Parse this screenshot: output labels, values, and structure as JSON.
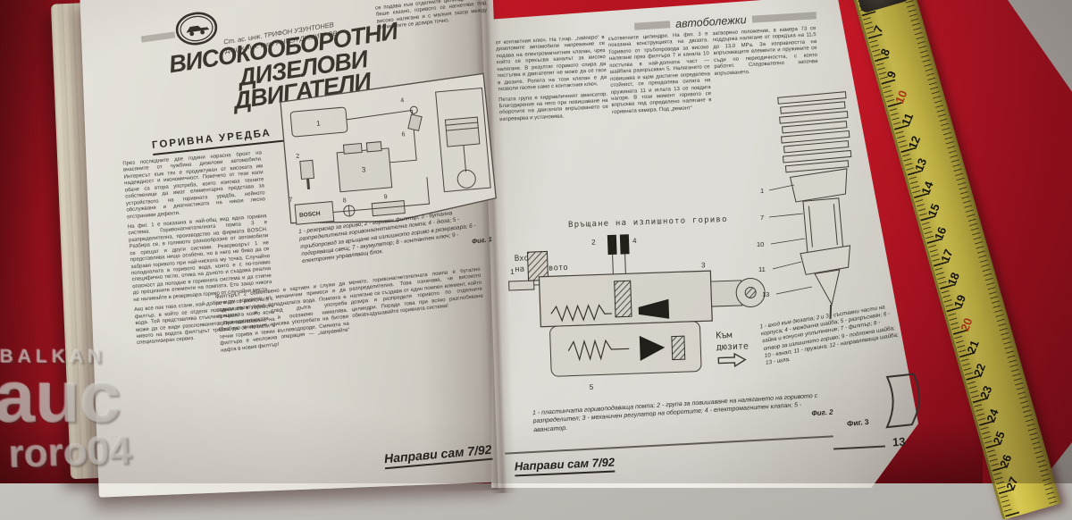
{
  "watermark": {
    "line1": "BALKAN",
    "line2": "auc",
    "line3": "roro04"
  },
  "tape": {
    "numbers": [
      "7",
      "8",
      "9",
      "10",
      "11",
      "12",
      "13",
      "14",
      "15",
      "16",
      "17",
      "18",
      "19",
      "20",
      "21",
      "22",
      "23",
      "24",
      "25",
      "26",
      "27"
    ],
    "red_numbers": [
      "10",
      "20"
    ]
  },
  "callouts": {
    "fig1": [
      "1",
      "2",
      "3",
      "4",
      "6",
      "7",
      "8",
      "9"
    ],
    "fig2": [
      "1",
      "2",
      "3",
      "4",
      "5"
    ],
    "fig3": [
      "1",
      "7",
      "10",
      "11",
      "13"
    ]
  },
  "left_page": {
    "authors_line1": "Ст. ас. инж. ТРИФОН УЗУНТОНЕВ",
    "authors_line2": "Доц. к.т.н. инж. АНГЕЛ ДИМИТРОВ",
    "title_line1": "ВИСОКООБОРОТНИ",
    "title_line2": "ДИЗЕЛОВИ",
    "title_line3": "ДВИГАТЕЛИ",
    "section_heading": "ГОРИВНА УРЕДБА",
    "col_top": "се подава към отделните цилиндри. Както беше казано, горивото се нагнетява под високо налягане и с малкия зазор между елементите се дозира точно.",
    "col1_p1": "През последните две години нарасна броят на внасяните от чужбина дизелови автомобили. Интересът към тях е продиктуван от високата им надеждност и икономичност. Повечето от тези коли обаче са втора употреба, което изисква техните собственици да имат елементарна представа за устройството на горивната уредба, нейното обслужване и диагностиката на някои лесно отстраними дефекти.",
    "col1_p2": "На фиг. 1 е показана в най-общ вид една горивна система. Горивонагнетателната помпа 3 е разпределителна, производство на фирмата BOSCH. Разбира се, в голямото разнообразие от автомобили се срещат и други системи. Резервоарът 1 не представлява нищо особено, но в него не бива да се забравя горивото при най-ниската му точка. Случайно попадналата в горивото вода, която е с по-голямо специфично тегло, отива на дъното и създава реална опасност да попадне в горивната система и да стигне до прецизните елементи на помпата. Ето защо никога не наливайте в резервоара гориво от случайни места.",
    "col1_p3": "Ако все пак това стане, най-добре е да се разполага с филтър, в който се отделя попадналата в горивото вода. Той представлява стъклена чаша, в която ясно може да се види разслояването. При повишаване на нивото на водата филтърът трябва да се почисти в специализиран сервиз.",
    "fig1_caption": "1 - резервоар за гориво; 2 - горивен филтър; 3 - бутална разпределителна горивонагнетателна помпа; 4 - дюза; 5 - тръбопровод за връщане на излишното гориво в резервоара; 6 - подгряваща свещ; 7 - акумулатор; 8 - контактен ключ; 9 - електронен управляващ блок.",
    "fig1_label": "Фиг. 1",
    "fig1_brand": "BOSCH",
    "colA_p1": "Филтърът 2 обикновено е хартиен и служи да почисти горивото от механични примеси и да отдели евентуално попадналата вода. Помпата е прецизна и след дълга употреба производителността ѝ осезаемо намалява. Особено внимание изисква употребата на битови течни горива и тежки въглеводороди. Смяната на филтъра е несложна операция — „заправяйте“ нафта в новия филтър!",
    "colB_p1": "менато, горивонагнетателната помпа е бутално разпределителна. Това означава, че високото налягане се създава от един помпен елемент, който дозира и разпределя горивото по отделните цилиндри. Поради това при всяко разглобяване обезвъздушавайте горивната система!",
    "footer": "Направи сам 7/92"
  },
  "right_page": {
    "header": "автоболежки",
    "c1_p1": "от контактния ключ. На т.нар. „пайперо“ в дизеловите автомобили напрежение се подава на електромагнитния клапан, чрез който се прекъсва каналът за високо налягане. В резултат горивото спира да постъпва и двигателят не може да се гаси в дюзите. Ролята на този клапан е да позволи гасене само с контактния ключ.",
    "c1_p2": "Петата група е хидравличният авансатор. Благодарение на него при повишаване на оборотите на двигателя впръскването се изпреварва и установява.",
    "c2_p1": "съответните цилиндри. На фиг. 3 е показана конструкцията на дюзата. Горивото от тръбопровода за високо налягане през филтъра 7 и канала 10 постъпва в най-долната част — шайбата разпръсквач 5. Налягането се повишава и щом достигне определена стойност, се преодолява силата на пружината 11 и иглата 13 се повдига нагоре. В този момент горивото се впръсква под определено налягане в горивната камера. Под „ремонт“",
    "c3_p1": "затворено положение, в камера 73 се поддържа налягане от порядъка на 11,5 до 13,0 MPa. За изправността на впръскващите елементи и пружините се съди по периодичността, с която работят. Следователно започва впръскването.",
    "fig2_label_top": "Връщане на излишното гориво",
    "fig2_label_left_1": "Вход",
    "fig2_label_left_2": "на горивото",
    "fig2_label_right_1": "Към",
    "fig2_label_right_2": "дюзите",
    "fig2_caption": "1 - пластинчата горивоподаваща помпа; 2 - група за повишаване на налягането на горивото с разпределител; 3 - механичен регулатор на оборотите; 4 - електромагнитен клапан; 5 - авансатор.",
    "fig2_label": "Фиг. 2",
    "fig3_caption": "1 - вход към дюзата; 2 и 3 - съставни части на корпуса; 4 - междинна шайба; 5 - разпръсквач; 6 - гайка и конусно уплътнение; 7 - филтър; 8 - отвор за излишното гориво; 9 - подложна шайба; 10 - канал; 11 - пружина; 12 - направляваща шайба; 13 - игла.",
    "fig3_label": "Фиг. 3",
    "page_number": "13",
    "footer": "Направи сам 7/92"
  }
}
